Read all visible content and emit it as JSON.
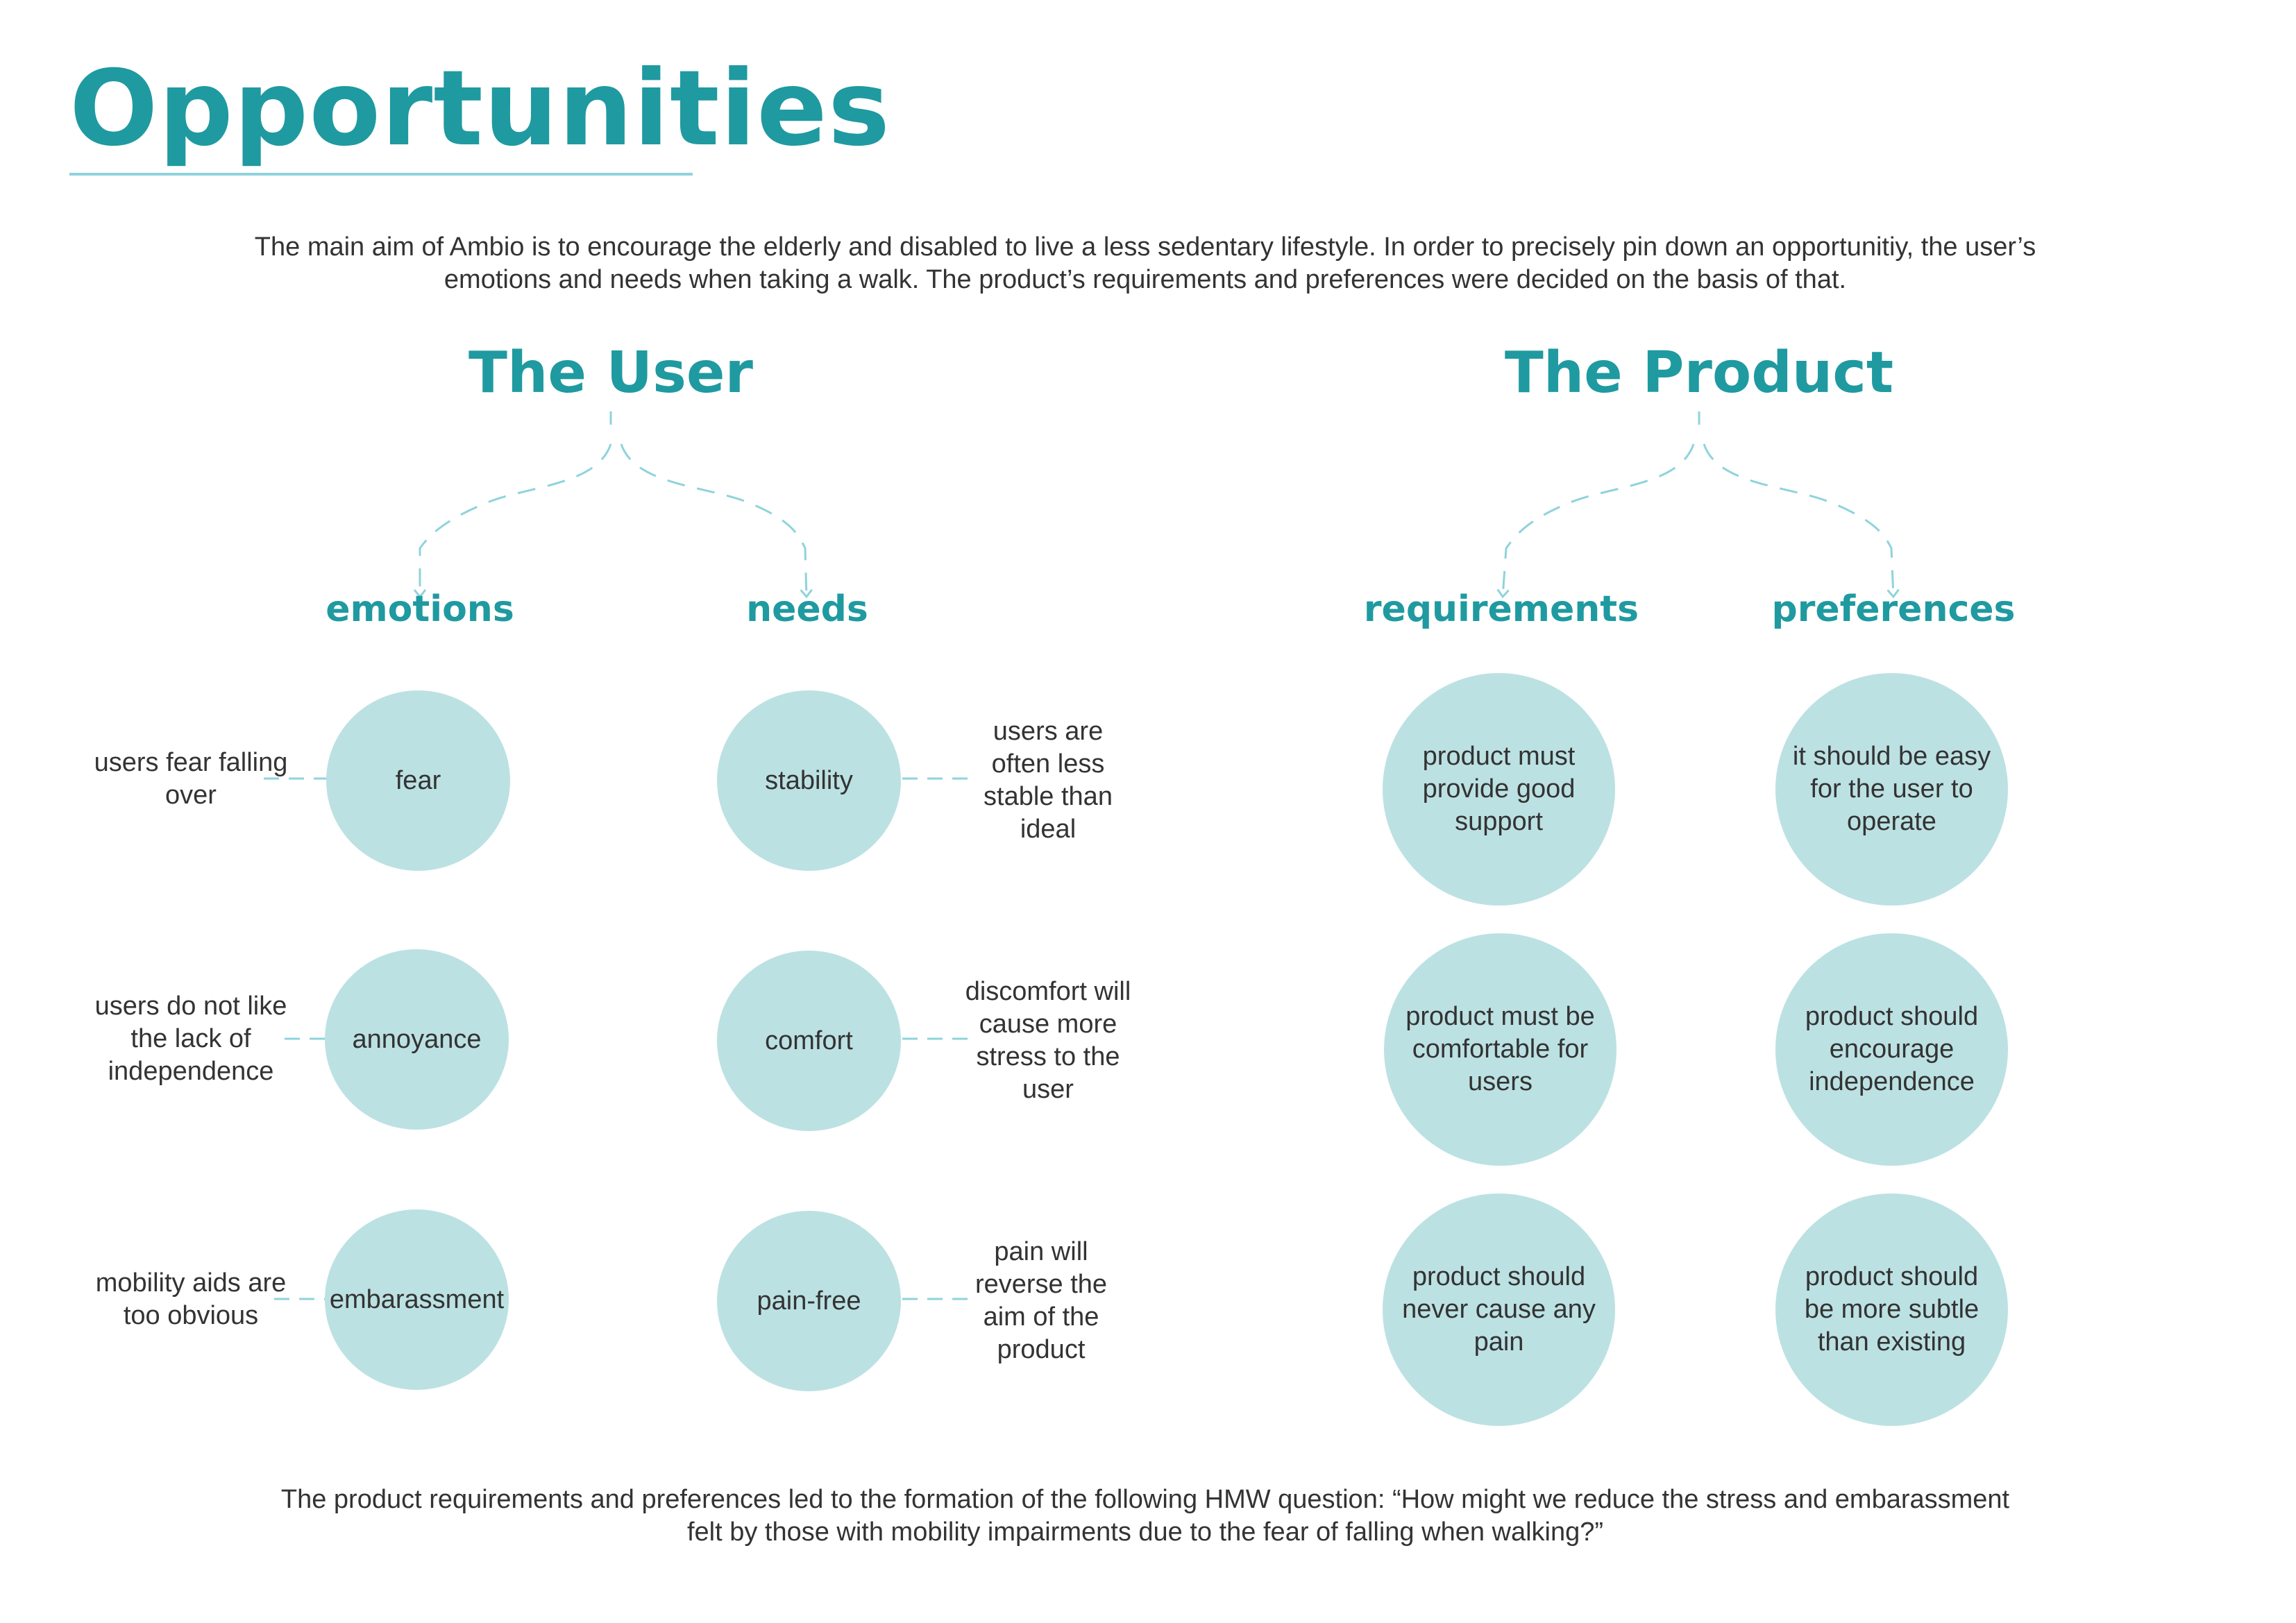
{
  "title": "Opportunities",
  "intro": "The main aim of Ambio is to encourage the elderly and disabled to live a less sedentary lifestyle. In order to precisely pin down an opportunitiy, the user’s emotions and needs when taking a walk. The product’s requirements and preferences were decided on the basis of that.",
  "user": {
    "heading": "The User",
    "emotions": {
      "label": "emotions",
      "items": [
        {
          "circle": "fear",
          "note": "users fear falling over"
        },
        {
          "circle": "annoyance",
          "note": "users do not like the lack of independence"
        },
        {
          "circle": "embarassment",
          "note": "mobility aids are too obvious"
        }
      ]
    },
    "needs": {
      "label": "needs",
      "items": [
        {
          "circle": "stability",
          "note": "users are often less stable than ideal"
        },
        {
          "circle": "comfort",
          "note": "discomfort will cause more stress to the user"
        },
        {
          "circle": "pain-free",
          "note": "pain will reverse the aim of the product"
        }
      ]
    }
  },
  "product": {
    "heading": "The Product",
    "requirements": {
      "label": "requirements",
      "items": [
        "product must provide good support",
        "product must be comfortable for users",
        "product should never cause any pain"
      ]
    },
    "preferences": {
      "label": "preferences",
      "items": [
        "it should be easy for the user to operate",
        "product should encourage independence",
        "product should be more subtle than existing"
      ]
    }
  },
  "footer": "The product requirements and preferences led to the formation of the following HMW question: “How might we reduce the stress and embarassment felt by those with mobility impairments due to the fear of falling when walking?”",
  "colors": {
    "accent": "#1f9aa0",
    "circle": "#bce1e3",
    "connector": "#8fd3dc",
    "text": "#333333"
  }
}
